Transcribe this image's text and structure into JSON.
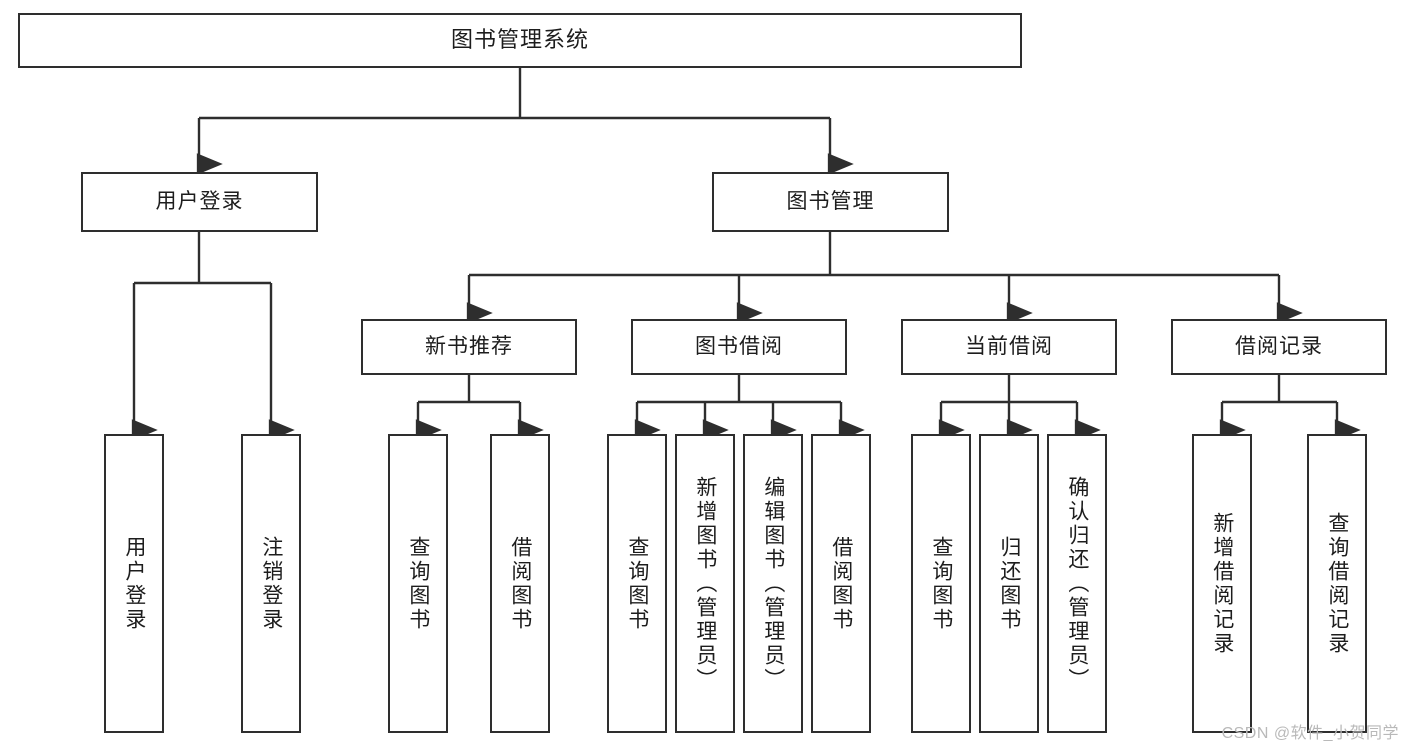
{
  "diagram": {
    "title": "图书管理系统",
    "type": "tree",
    "watermark": "CSDN @软件_小贺同学",
    "colors": {
      "border": "#2e2e2e",
      "background": "#ffffff",
      "text": "#1d1d1d",
      "edge": "#2e2e2e",
      "watermark": "#b9b9b9"
    },
    "root": {
      "label": "图书管理系统"
    },
    "level2": [
      {
        "label": "用户登录"
      },
      {
        "label": "图书管理"
      }
    ],
    "level3": [
      {
        "label": "新书推荐"
      },
      {
        "label": "图书借阅"
      },
      {
        "label": "当前借阅"
      },
      {
        "label": "借阅记录"
      }
    ],
    "leaves": {
      "user_login": [
        {
          "label": "用户登录"
        },
        {
          "label": "注销登录"
        }
      ],
      "new_book_recommend": [
        {
          "label": "查询图书"
        },
        {
          "label": "借阅图书"
        }
      ],
      "book_borrow": [
        {
          "label": "查询图书"
        },
        {
          "label": "新增图书（管理员）"
        },
        {
          "label": "编辑图书（管理员）"
        },
        {
          "label": "借阅图书"
        }
      ],
      "current_borrow": [
        {
          "label": "查询图书"
        },
        {
          "label": "归还图书"
        },
        {
          "label": "确认归还（管理员）"
        }
      ],
      "borrow_record": [
        {
          "label": "新增借阅记录"
        },
        {
          "label": "查询借阅记录"
        }
      ]
    }
  }
}
